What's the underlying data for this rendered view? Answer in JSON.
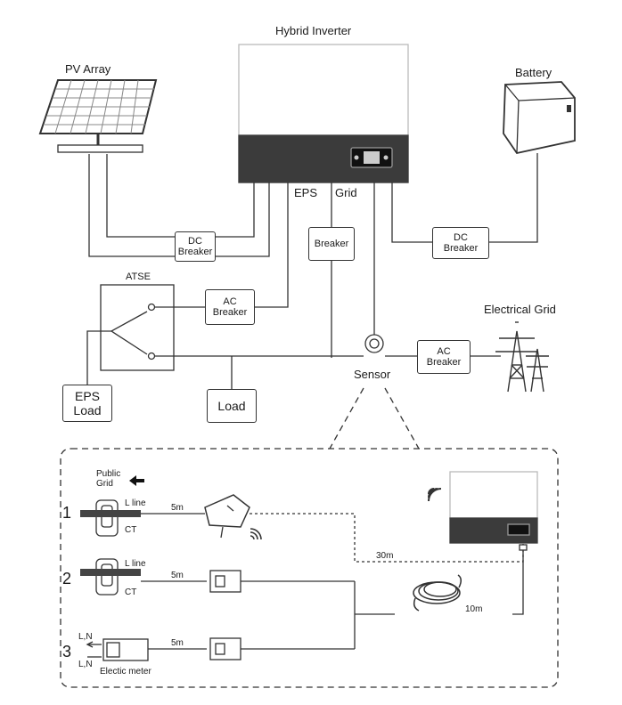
{
  "components": {
    "hybrid_inverter": "Hybrid Inverter",
    "pv_array": "PV Array",
    "battery": "Battery",
    "electrical_grid": "Electrical Grid",
    "atse": "ATSE",
    "sensor": "Sensor",
    "eps_port": "EPS",
    "grid_port": "Grid"
  },
  "boxes": {
    "dc_breaker_pv": [
      "DC",
      "Breaker"
    ],
    "breaker_grid": "Breaker",
    "dc_breaker_battery": [
      "DC",
      "Breaker"
    ],
    "ac_breaker_eps": [
      "AC",
      "Breaker"
    ],
    "ac_breaker_grid": [
      "AC",
      "Breaker"
    ],
    "eps_load": [
      "EPS",
      "Load"
    ],
    "load": "Load"
  },
  "sensor_detail": {
    "public_grid": [
      "Public",
      "Grid"
    ],
    "options": [
      {
        "number": "1",
        "line_label": "L line",
        "device_label": "CT",
        "cable": "5m"
      },
      {
        "number": "2",
        "line_label": "L line",
        "device_label": "CT",
        "cable": "5m"
      },
      {
        "number": "3",
        "line_label": "L,N",
        "line_label_2": "L,N",
        "device_label": "Electic meter",
        "cable": "5m"
      }
    ],
    "wifi_distance": "30m",
    "cable_distance": "10m"
  },
  "colors": {
    "line": "#333333",
    "inverter_dark": "#3a3a3a",
    "dashed_border": "#333333"
  }
}
